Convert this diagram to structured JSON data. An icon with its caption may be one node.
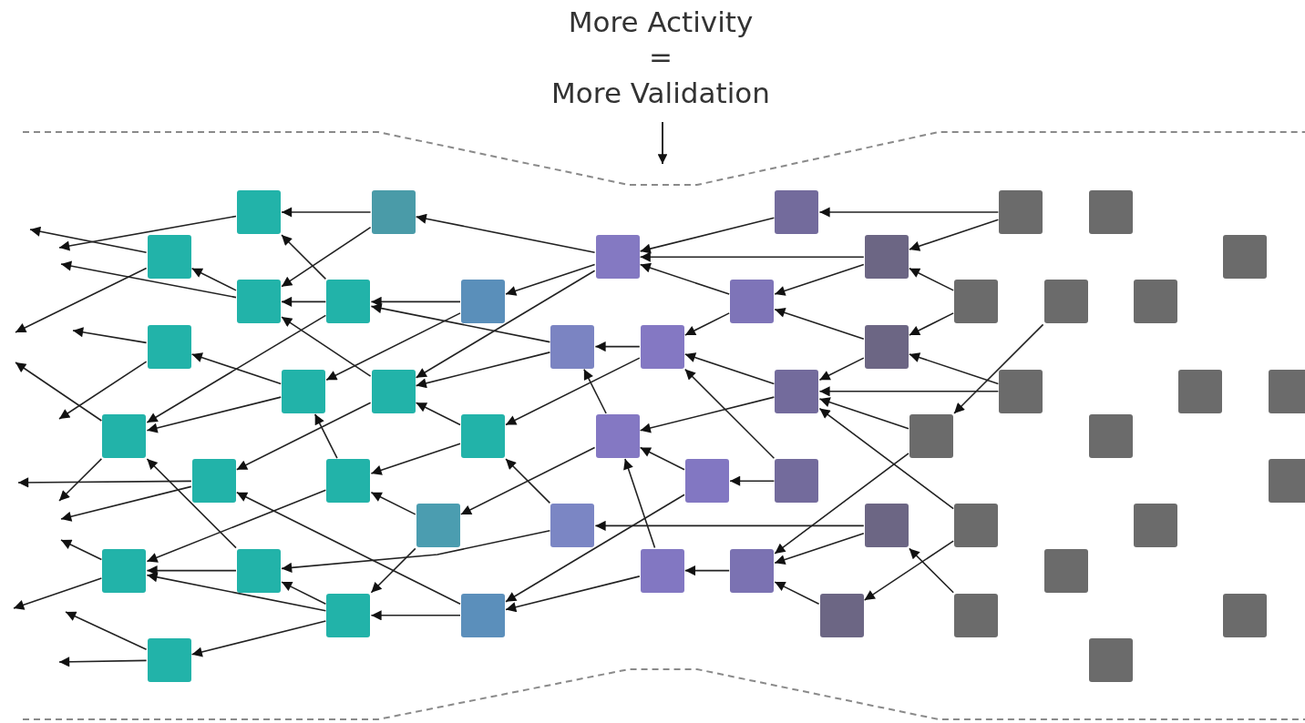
{
  "diagram": {
    "labels": [
      "More Activity",
      "=",
      "More Validation"
    ],
    "nodes": [
      {
        "text": [],
        "shape": "box"
      },
      {
        "text": [],
        "shape": "box"
      },
      {
        "text": [],
        "shape": "box"
      },
      {
        "text": [],
        "shape": "box"
      },
      {
        "text": [],
        "shape": "box"
      },
      {
        "text": [],
        "shape": "box"
      },
      {
        "text": [],
        "shape": "box"
      },
      {
        "text": [],
        "shape": "box"
      },
      {
        "text": [],
        "shape": "box"
      },
      {
        "text": [],
        "shape": "box"
      },
      {
        "text": [],
        "shape": "box"
      },
      {
        "text": [],
        "shape": "box"
      },
      {
        "text": [],
        "shape": "box"
      },
      {
        "text": [],
        "shape": "box"
      },
      {
        "text": [],
        "shape": "box"
      },
      {
        "text": [],
        "shape": "box"
      },
      {
        "text": [],
        "shape": "box"
      },
      {
        "text": [],
        "shape": "box"
      },
      {
        "text": [],
        "shape": "box"
      },
      {
        "text": [],
        "shape": "box"
      },
      {
        "text": [],
        "shape": "box"
      },
      {
        "text": [],
        "shape": "box"
      },
      {
        "text": [],
        "shape": "box"
      },
      {
        "text": [],
        "shape": "box"
      },
      {
        "text": [],
        "shape": "box"
      },
      {
        "text": [],
        "shape": "box"
      },
      {
        "text": [],
        "shape": "box"
      },
      {
        "text": [],
        "shape": "box"
      },
      {
        "text": [],
        "shape": "box"
      },
      {
        "text": [],
        "shape": "box"
      },
      {
        "text": [],
        "shape": "box"
      },
      {
        "text": [],
        "shape": "box"
      },
      {
        "text": [],
        "shape": "box"
      },
      {
        "text": [],
        "shape": "box"
      },
      {
        "text": [],
        "shape": "box"
      },
      {
        "text": [],
        "shape": "box"
      },
      {
        "text": [],
        "shape": "box"
      },
      {
        "text": [],
        "shape": "box"
      },
      {
        "text": [],
        "shape": "box"
      },
      {
        "text": [],
        "shape": "box"
      },
      {
        "text": [],
        "shape": "box"
      },
      {
        "text": [],
        "shape": "box"
      },
      {
        "text": [],
        "shape": "box"
      },
      {
        "text": [],
        "shape": "box"
      },
      {
        "text": [],
        "shape": "box"
      },
      {
        "text": [],
        "shape": "box"
      },
      {
        "text": [],
        "shape": "box"
      },
      {
        "text": [],
        "shape": "box"
      },
      {
        "text": [],
        "shape": "box"
      },
      {
        "text": [],
        "shape": "box"
      },
      {
        "text": [],
        "shape": "box"
      },
      {
        "text": [],
        "shape": "box"
      },
      {
        "text": [],
        "shape": "box"
      }
    ],
    "edges": [
      {
        "from": 0,
        "to": null,
        "arrow": "to"
      },
      {
        "from": 5,
        "to": null,
        "arrow": "to"
      },
      {
        "from": 5,
        "to": null,
        "arrow": "to"
      },
      {
        "from": 9,
        "to": null,
        "arrow": "to"
      },
      {
        "from": 16,
        "to": null,
        "arrow": "to"
      },
      {
        "from": 16,
        "to": null,
        "arrow": "to"
      },
      {
        "from": 26,
        "to": null,
        "arrow": "to"
      },
      {
        "from": 26,
        "to": null,
        "arrow": "to"
      },
      {
        "from": 31,
        "to": null,
        "arrow": "to"
      },
      {
        "from": 31,
        "to": null,
        "arrow": "to"
      },
      {
        "from": 41,
        "to": null,
        "arrow": "to"
      },
      {
        "from": 41,
        "to": null,
        "arrow": "to"
      },
      {
        "from": 51,
        "to": null,
        "arrow": "to"
      },
      {
        "from": 51,
        "to": null,
        "arrow": "to"
      },
      {
        "from": 9,
        "to": 5,
        "arrow": "to"
      },
      {
        "from": 1,
        "to": 0,
        "arrow": "to"
      },
      {
        "from": 1,
        "to": 9,
        "arrow": "to"
      },
      {
        "from": 10,
        "to": 0,
        "arrow": "to"
      },
      {
        "from": 10,
        "to": 9,
        "arrow": "to"
      },
      {
        "from": 10,
        "to": 26,
        "arrow": "to"
      },
      {
        "from": 20,
        "to": 16,
        "arrow": "to"
      },
      {
        "from": 20,
        "to": 26,
        "arrow": "to"
      },
      {
        "from": 21,
        "to": 9,
        "arrow": "to"
      },
      {
        "from": 21,
        "to": 31,
        "arrow": "to"
      },
      {
        "from": 32,
        "to": 20,
        "arrow": "to"
      },
      {
        "from": 32,
        "to": 41,
        "arrow": "to"
      },
      {
        "from": 27,
        "to": 21,
        "arrow": "to"
      },
      {
        "from": 27,
        "to": 32,
        "arrow": "to"
      },
      {
        "from": 36,
        "to": 32,
        "arrow": "to"
      },
      {
        "from": 36,
        "to": 46,
        "arrow": "to"
      },
      {
        "from": 42,
        "to": 26,
        "arrow": "to"
      },
      {
        "from": 42,
        "to": 41,
        "arrow": "to"
      },
      {
        "from": 46,
        "to": 41,
        "arrow": "to"
      },
      {
        "from": 46,
        "to": 42,
        "arrow": "to"
      },
      {
        "from": 46,
        "to": 51,
        "arrow": "to"
      },
      {
        "from": 47,
        "to": 31,
        "arrow": "to"
      },
      {
        "from": 47,
        "to": 46,
        "arrow": "to"
      },
      {
        "from": 37,
        "to": 42,
        "arrow": "to"
      },
      {
        "from": 11,
        "to": 10,
        "arrow": "to"
      },
      {
        "from": 11,
        "to": 20,
        "arrow": "to"
      },
      {
        "from": 6,
        "to": 1,
        "arrow": "to"
      },
      {
        "from": 6,
        "to": 11,
        "arrow": "to"
      },
      {
        "from": 6,
        "to": 21,
        "arrow": "to"
      },
      {
        "from": 17,
        "to": 10,
        "arrow": "to"
      },
      {
        "from": 17,
        "to": 21,
        "arrow": "to"
      },
      {
        "from": 18,
        "to": 17,
        "arrow": "to"
      },
      {
        "from": 18,
        "to": 27,
        "arrow": "to"
      },
      {
        "from": 28,
        "to": 17,
        "arrow": "to"
      },
      {
        "from": 28,
        "to": 36,
        "arrow": "to"
      },
      {
        "from": 37,
        "to": 27,
        "arrow": "to"
      },
      {
        "from": 33,
        "to": 28,
        "arrow": "to"
      },
      {
        "from": 33,
        "to": 47,
        "arrow": "to"
      },
      {
        "from": 43,
        "to": 28,
        "arrow": "to"
      },
      {
        "from": 43,
        "to": 47,
        "arrow": "to"
      },
      {
        "from": 34,
        "to": 33,
        "arrow": "to"
      },
      {
        "from": 34,
        "to": 18,
        "arrow": "to"
      },
      {
        "from": 44,
        "to": 43,
        "arrow": "to"
      },
      {
        "from": 12,
        "to": 6,
        "arrow": "to"
      },
      {
        "from": 12,
        "to": 18,
        "arrow": "to"
      },
      {
        "from": 2,
        "to": 6,
        "arrow": "to"
      },
      {
        "from": 22,
        "to": 18,
        "arrow": "to"
      },
      {
        "from": 22,
        "to": 28,
        "arrow": "to"
      },
      {
        "from": 7,
        "to": 6,
        "arrow": "to"
      },
      {
        "from": 7,
        "to": 12,
        "arrow": "to"
      },
      {
        "from": 19,
        "to": 12,
        "arrow": "to"
      },
      {
        "from": 19,
        "to": 22,
        "arrow": "to"
      },
      {
        "from": 38,
        "to": 37,
        "arrow": "to"
      },
      {
        "from": 38,
        "to": 44,
        "arrow": "to"
      },
      {
        "from": 48,
        "to": 44,
        "arrow": "to"
      },
      {
        "from": 3,
        "to": 2,
        "arrow": "to"
      },
      {
        "from": 3,
        "to": 7,
        "arrow": "to"
      },
      {
        "from": 13,
        "to": 7,
        "arrow": "to"
      },
      {
        "from": 13,
        "to": 19,
        "arrow": "to"
      },
      {
        "from": 23,
        "to": 19,
        "arrow": "to"
      },
      {
        "from": 23,
        "to": 22,
        "arrow": "to"
      },
      {
        "from": 29,
        "to": 22,
        "arrow": "to"
      },
      {
        "from": 29,
        "to": 44,
        "arrow": "to"
      },
      {
        "from": 14,
        "to": 29,
        "arrow": "to"
      },
      {
        "from": 39,
        "to": 22,
        "arrow": "to"
      },
      {
        "from": 39,
        "to": 48,
        "arrow": "to"
      },
      {
        "from": 49,
        "to": 38,
        "arrow": "to"
      }
    ]
  }
}
